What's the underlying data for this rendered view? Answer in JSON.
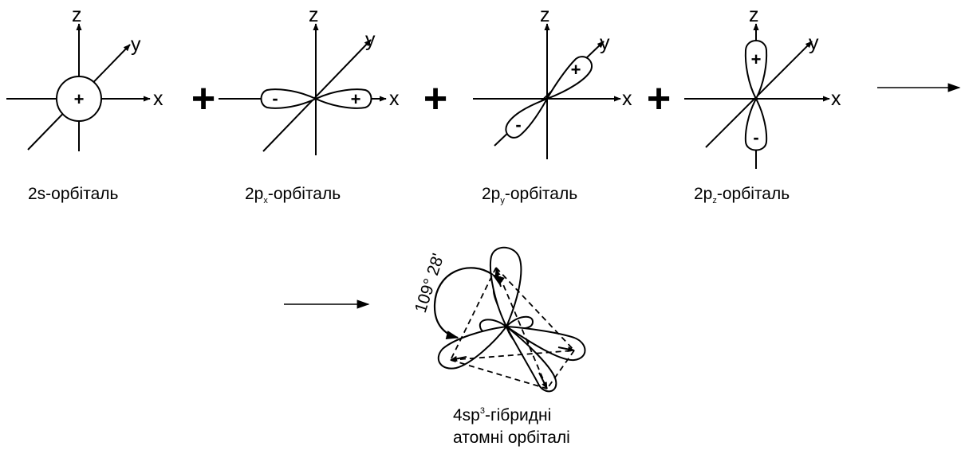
{
  "orbitals": [
    {
      "name": "2s",
      "label_main": "2s-орбіталь",
      "label_pre": "",
      "label_sub": "",
      "label_post": ""
    },
    {
      "name": "2px",
      "label_main": "",
      "label_pre": "2p",
      "label_sub": "x",
      "label_post": "-орбіталь"
    },
    {
      "name": "2py",
      "label_main": "",
      "label_pre": "2p",
      "label_sub": "y",
      "label_post": "-орбіталь"
    },
    {
      "name": "2pz",
      "label_main": "",
      "label_pre": "2p",
      "label_sub": "z",
      "label_post": "-орбіталь"
    }
  ],
  "axes": {
    "x": "x",
    "y": "y",
    "z": "z"
  },
  "signs": {
    "plus": "+",
    "minus": "-"
  },
  "operator": "+",
  "hybrid": {
    "angle": "109° 28'",
    "label_line1_pre": "4sp",
    "label_line1_sup": "3",
    "label_line1_post": "-гібридні",
    "label_line2": "атомні орбіталі"
  }
}
